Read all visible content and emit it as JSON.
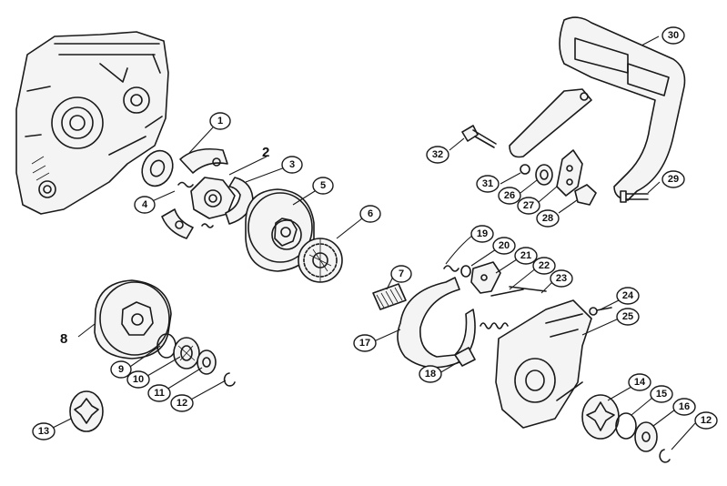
{
  "callouts": [
    {
      "id": "c1",
      "label": "1"
    },
    {
      "id": "c3",
      "label": "3"
    },
    {
      "id": "c4",
      "label": "4"
    },
    {
      "id": "c5",
      "label": "5"
    },
    {
      "id": "c6",
      "label": "6"
    },
    {
      "id": "c7",
      "label": "7"
    },
    {
      "id": "c9",
      "label": "9"
    },
    {
      "id": "c10",
      "label": "10"
    },
    {
      "id": "c11",
      "label": "11"
    },
    {
      "id": "c12a",
      "label": "12"
    },
    {
      "id": "c12b",
      "label": "12"
    },
    {
      "id": "c13",
      "label": "13"
    },
    {
      "id": "c14",
      "label": "14"
    },
    {
      "id": "c15",
      "label": "15"
    },
    {
      "id": "c16",
      "label": "16"
    },
    {
      "id": "c17",
      "label": "17"
    },
    {
      "id": "c18",
      "label": "18"
    },
    {
      "id": "c19",
      "label": "19"
    },
    {
      "id": "c20",
      "label": "20"
    },
    {
      "id": "c21",
      "label": "21"
    },
    {
      "id": "c22",
      "label": "22"
    },
    {
      "id": "c23",
      "label": "23"
    },
    {
      "id": "c24",
      "label": "24"
    },
    {
      "id": "c25",
      "label": "25"
    },
    {
      "id": "c26",
      "label": "26"
    },
    {
      "id": "c27",
      "label": "27"
    },
    {
      "id": "c28",
      "label": "28"
    },
    {
      "id": "c29",
      "label": "29"
    },
    {
      "id": "c30",
      "label": "30"
    },
    {
      "id": "c31",
      "label": "31"
    },
    {
      "id": "c32",
      "label": "32"
    }
  ],
  "plain_labels": [
    {
      "id": "l2",
      "label": "2"
    },
    {
      "id": "l8",
      "label": "8"
    }
  ]
}
